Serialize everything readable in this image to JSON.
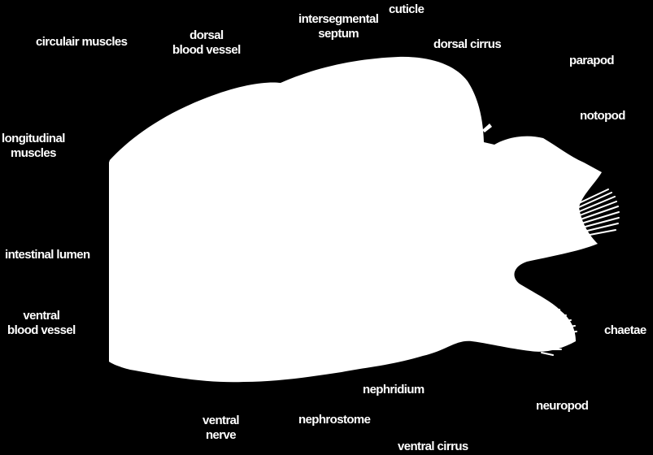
{
  "colors": {
    "background": "#000000",
    "shape": "#ffffff",
    "text": "#ffffff"
  },
  "labels": {
    "circular_muscles": "circulair muscles",
    "dorsal_blood_vessel": [
      "dorsal",
      "blood vessel"
    ],
    "intersegmental_septum": [
      "intersegmental",
      "septum"
    ],
    "cuticle": "cuticle",
    "dorsal_cirrus": "dorsal cirrus",
    "parapod": "parapod",
    "notopod": "notopod",
    "longitudinal_muscles": [
      "longitudinal",
      "muscles"
    ],
    "intestinal_lumen": "intestinal lumen",
    "ventral_blood_vessel": [
      "ventral",
      "blood vessel"
    ],
    "chaetae": "chaetae",
    "nephridium": "nephridium",
    "neuropod": "neuropod",
    "ventral_nerve": [
      "ventral",
      "nerve"
    ],
    "nephrostome": "nephrostome",
    "ventral_cirrus": "ventral cirrus"
  }
}
